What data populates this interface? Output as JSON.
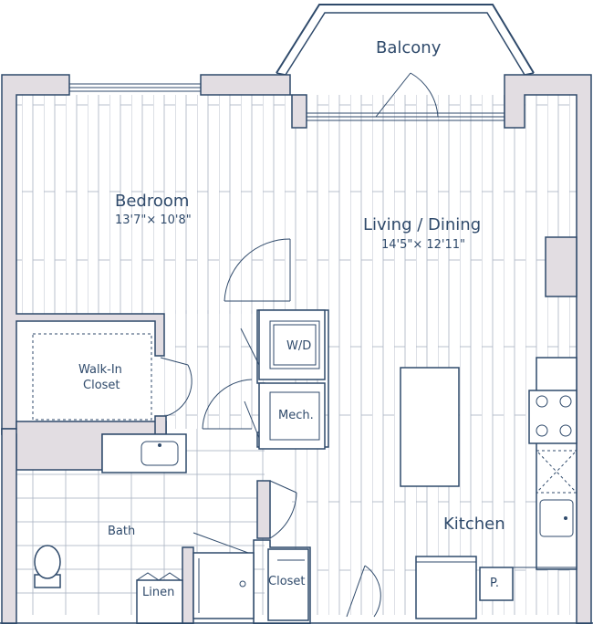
{
  "labels": {
    "balcony": "Balcony",
    "bedroom": "Bedroom",
    "bedroom_dim": "13'7\"× 10'8\"",
    "living": "Living / Dining",
    "living_dim": "14'5\"× 12'11\"",
    "walkin_line1": "Walk-In",
    "walkin_line2": "Closet",
    "wd": "W/D",
    "mech": "Mech.",
    "bath": "Bath",
    "linen": "Linen",
    "closet": "Closet",
    "kitchen": "Kitchen",
    "pantry": "P."
  },
  "colors": {
    "wall_fill": "#e2dde2",
    "wall_stroke": "#2f4a6b",
    "line": "#2f4a6b",
    "floor_line": "#9aa6b6"
  }
}
